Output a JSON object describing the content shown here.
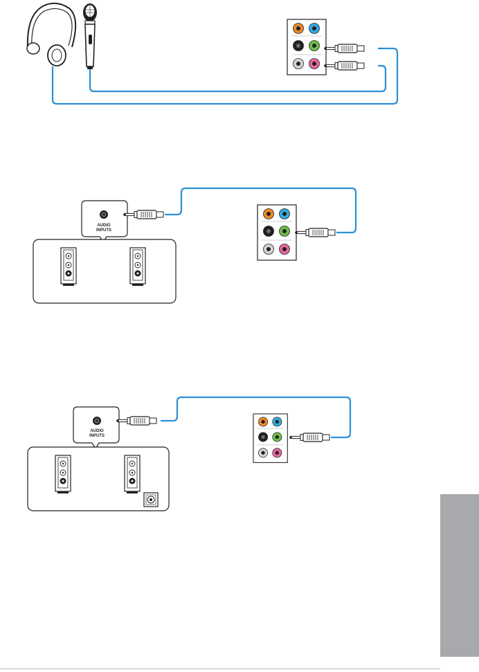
{
  "diagrams": [
    {
      "id": "headphone-mic"
    },
    {
      "id": "stereo-speakers",
      "audio_inputs_label": [
        "AUDIO",
        "INPUTS"
      ]
    },
    {
      "id": "speakers-2-1",
      "audio_inputs_label": [
        "AUDIO",
        "INPUTS"
      ]
    }
  ],
  "colors": {
    "cable": "#2b8fd6",
    "jack_orange": "#e98a2e",
    "jack_blue": "#33a9e0",
    "jack_black": "#231f20",
    "jack_green": "#6cbf4a",
    "jack_gray": "#d1d3d4",
    "jack_pink": "#e5679c",
    "side_tab": "#a7a9ac"
  },
  "icons": [
    "headphones-icon",
    "microphone-icon",
    "speaker-icon",
    "subwoofer-icon",
    "audio-plug-icon",
    "audio-jack-panel-icon"
  ]
}
